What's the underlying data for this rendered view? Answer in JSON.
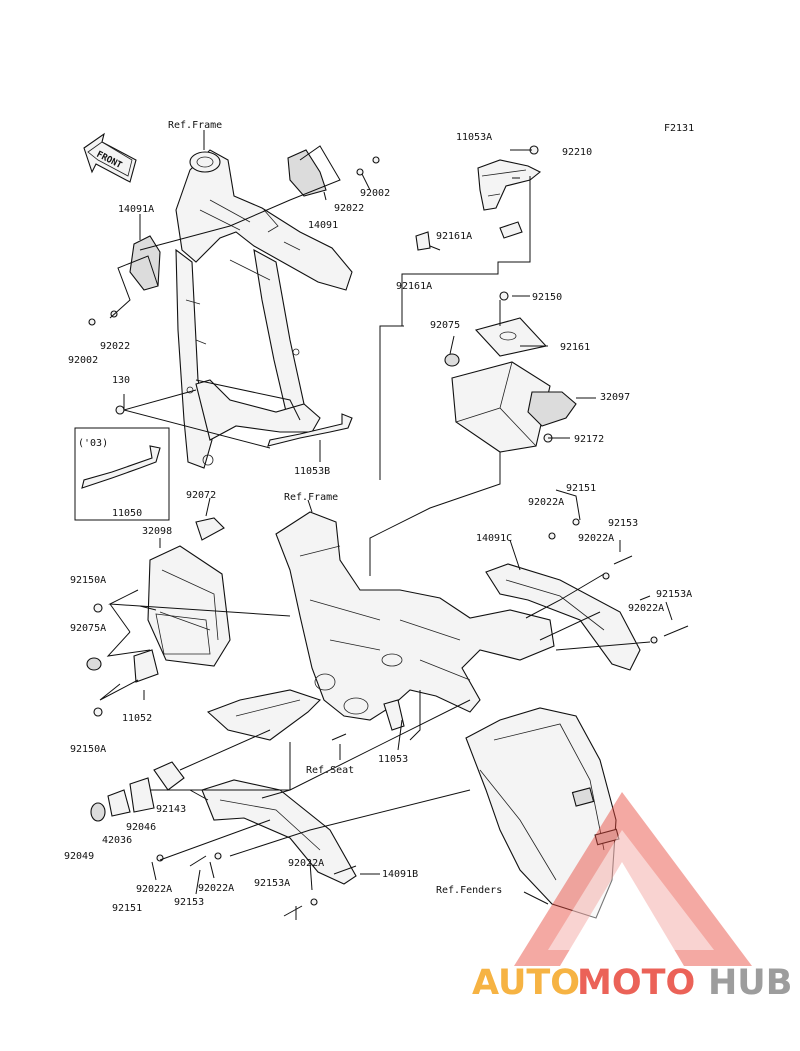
{
  "diagram_code": "F2131",
  "front_label": "FRONT",
  "labels": {
    "ref_frame_top": "Ref.Frame",
    "ref_frame_mid": "Ref.Frame",
    "ref_seat": "Ref.Seat",
    "ref_fenders": "Ref.Fenders",
    "l_11053A": "11053A",
    "l_92210": "92210",
    "l_92002_a": "92002",
    "l_92022_a": "92022",
    "l_14091": "14091",
    "l_14091A": "14091A",
    "l_92161A_a": "92161A",
    "l_92161A_b": "92161A",
    "l_92150": "92150",
    "l_92075": "92075",
    "l_92161": "92161",
    "l_32097": "32097",
    "l_92172": "92172",
    "l_92022_b": "92022",
    "l_92002_b": "92002",
    "l_130": "130",
    "l_year": "('03)",
    "l_11053B": "11053B",
    "l_11050": "11050",
    "l_92072": "92072",
    "l_32098": "32098",
    "l_92150A_a": "92150A",
    "l_92075A": "92075A",
    "l_11052": "11052",
    "l_92150A_b": "92150A",
    "l_92151_a": "92151",
    "l_92022A_a": "92022A",
    "l_92153": "92153",
    "l_14091C": "14091C",
    "l_92022A_b": "92022A",
    "l_92153A_a": "92153A",
    "l_92022A_c": "92022A",
    "l_11053": "11053",
    "l_92143": "92143",
    "l_92046": "92046",
    "l_42036": "42036",
    "l_92049": "92049",
    "l_92022A_d": "92022A",
    "l_92022A_e": "92022A",
    "l_92022A_f": "92022A",
    "l_14091B": "14091B",
    "l_92151_b": "92151",
    "l_92153_b": "92153",
    "l_92153A_b": "92153A"
  },
  "watermark": {
    "part1": "AUTO",
    "part2": "MOTO",
    "part3": "HUB",
    "color_orange": "#f5a623",
    "color_red": "#e8473b",
    "color_gray": "#8c8c8c"
  }
}
